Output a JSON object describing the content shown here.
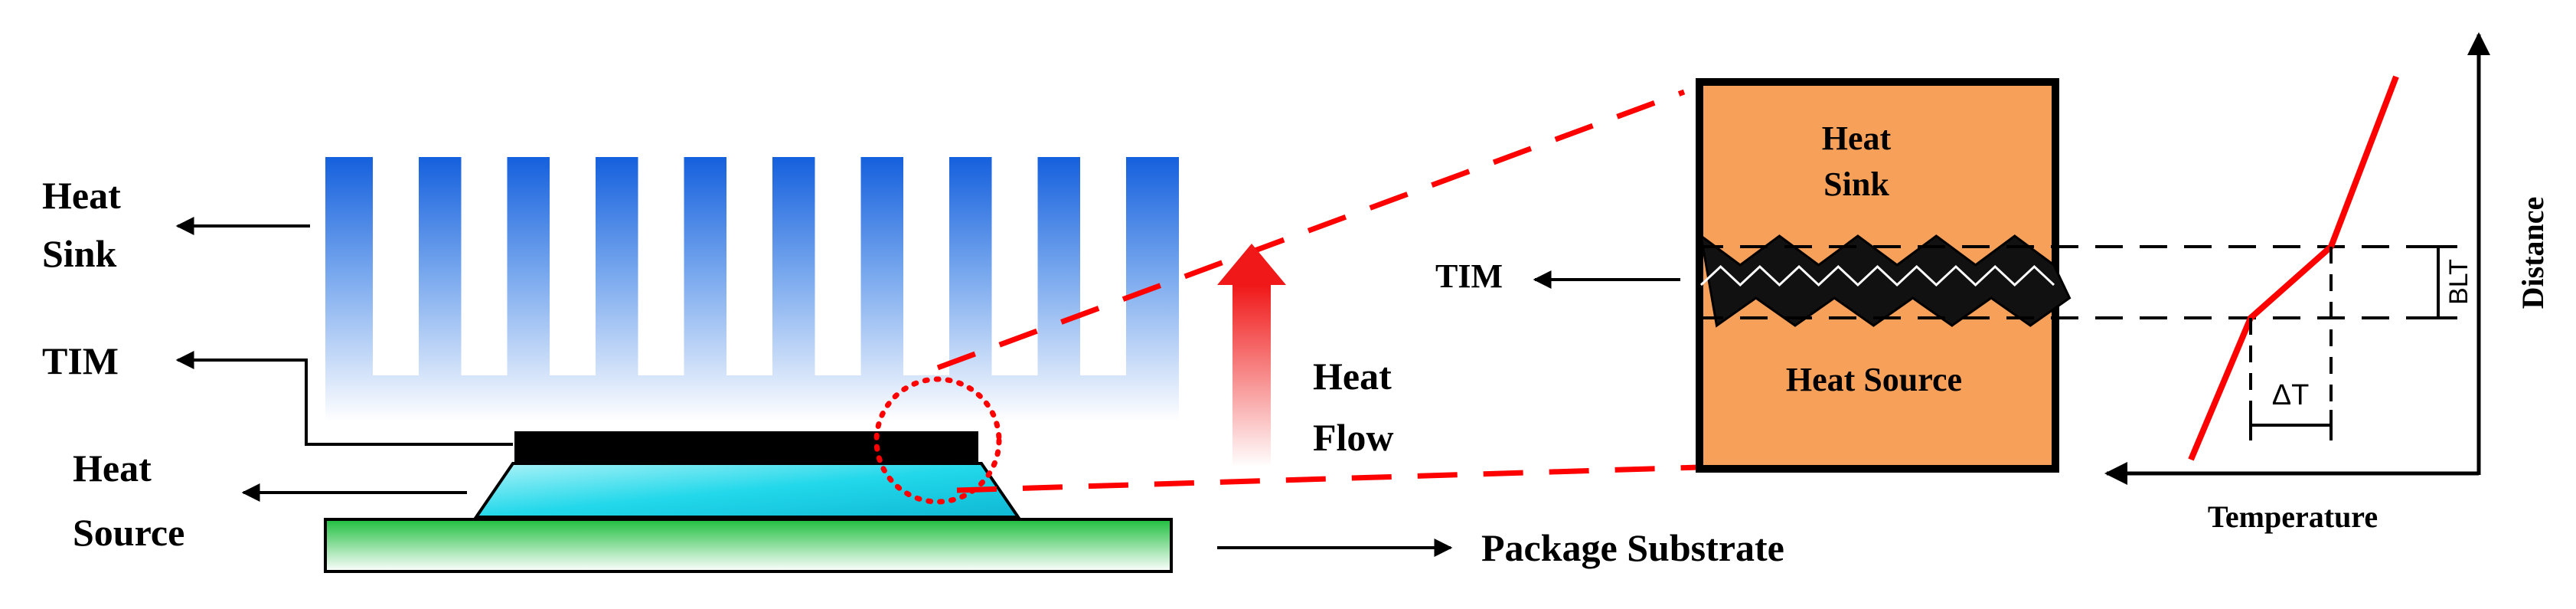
{
  "labels": {
    "heat_sink_line1": "Heat",
    "heat_sink_line2": "Sink",
    "tim_left": "TIM",
    "heat_source_line1": "Heat",
    "heat_source_line2": "Source",
    "package_substrate": "Package Substrate",
    "heat_flow_line1": "Heat",
    "heat_flow_line2": "Flow",
    "zoom_heat_sink_line1": "Heat",
    "zoom_heat_sink_line2": "Sink",
    "zoom_heat_source": "Heat Source",
    "tim_zoom": "TIM",
    "blt": "BLT",
    "delta_t": "ΔT",
    "x_axis": "Temperature",
    "y_axis": "Distance"
  },
  "colors": {
    "fin_blue": "#1565e0",
    "die_cyan": "#22e0ee",
    "substrate_green": "#2bc44a",
    "tim_black": "#000000",
    "zoom_fill": "#f6a05a",
    "accent_red": "#ff0000",
    "arrow_red": "#f01818"
  }
}
